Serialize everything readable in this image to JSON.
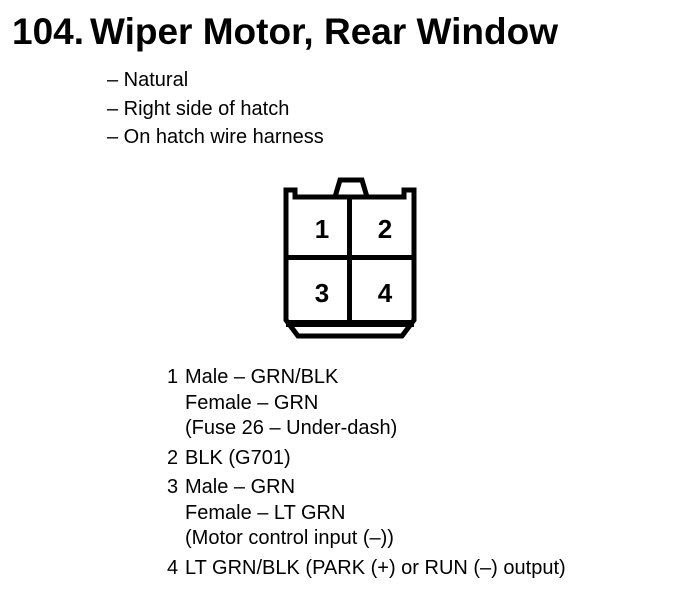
{
  "header": {
    "index": "104.",
    "title": "Wiper Motor, Rear Window"
  },
  "notes": [
    "– Natural",
    "– Right side of hatch",
    "– On hatch wire harness"
  ],
  "connector": {
    "pins": [
      "1",
      "2",
      "3",
      "4"
    ]
  },
  "pin_list": [
    {
      "pin": "1",
      "lines": [
        "Male – GRN/BLK",
        "Female – GRN",
        "(Fuse 26 – Under-dash)"
      ]
    },
    {
      "pin": "2",
      "lines": [
        "BLK (G701)"
      ]
    },
    {
      "pin": "3",
      "lines": [
        "Male – GRN",
        "Female – LT GRN",
        "(Motor control input (–))"
      ]
    },
    {
      "pin": "4",
      "lines": [
        "LT GRN/BLK (PARK (+) or RUN (–) output)"
      ]
    }
  ],
  "colors": {
    "paper": "#ffffff",
    "ink": "#000000"
  }
}
